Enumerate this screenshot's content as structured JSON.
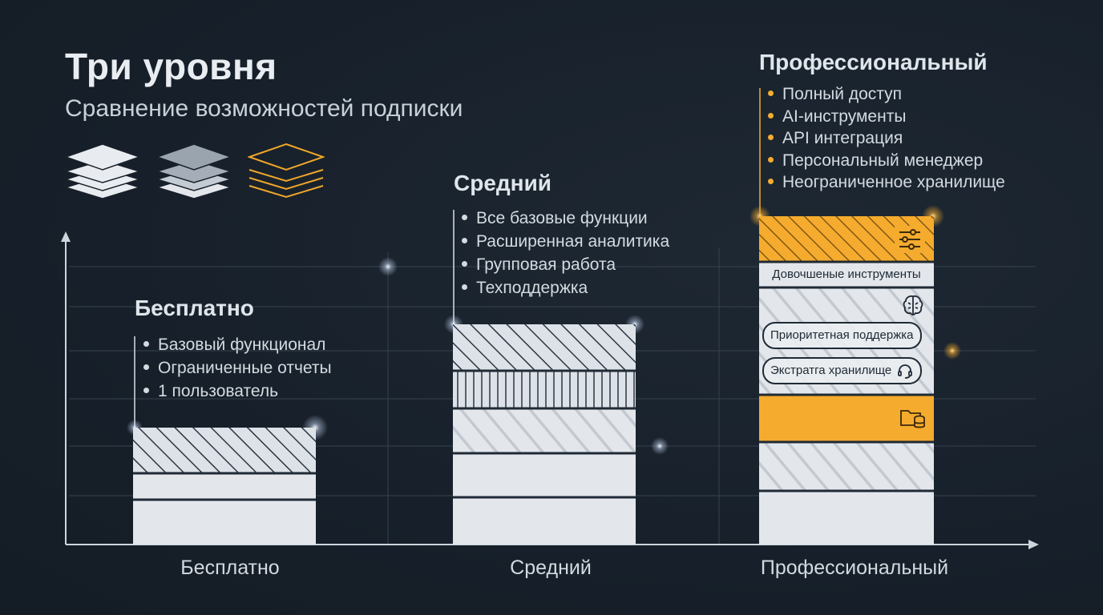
{
  "header": {
    "title": "Три уровня",
    "subtitle": "Сравнение возможностей подписки"
  },
  "tiers": [
    {
      "name": "Бесплатно",
      "axis_label": "Бесплатно",
      "features": [
        "Базовый функционал",
        "Ограниченные отчеты",
        "1 пользователь"
      ]
    },
    {
      "name": "Средний",
      "axis_label": "Средний",
      "features": [
        "Все базовые функции",
        "Расширенная аналитика",
        "Групповая работа",
        "Техподдержка"
      ]
    },
    {
      "name": "Профессиональный",
      "axis_label": "Профессиональный",
      "features": [
        "Полный доступ",
        "AI-инструменты",
        "API интеграция",
        "Персональный менеджер",
        "Неограниченное хранилище"
      ],
      "row_labels": {
        "tools": "Довочшеные инструменты",
        "priority_support": "Приоритетная поддержка",
        "extra_storage": "Экстратга хранилище"
      }
    }
  ],
  "icons": {
    "legend": [
      "layers-white-icon",
      "layers-gray-icon",
      "layers-orange-icon"
    ],
    "pro_rows": [
      "sliders-icon",
      "brain-icon",
      "headset-icon",
      "folder-database-icon"
    ]
  },
  "colors": {
    "background": "#18212b",
    "accent": "#f5ab2e",
    "light": "#e3e7ec",
    "divider": "#1f2a36"
  }
}
